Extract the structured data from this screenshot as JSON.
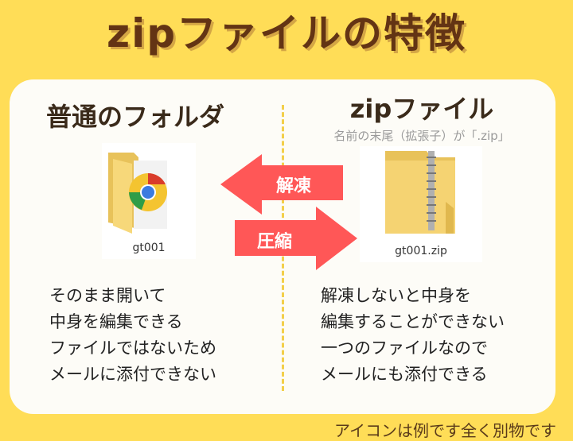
{
  "title": "zipファイルの特徴",
  "left": {
    "heading": "普通のフォルダ",
    "file_name": "gt001",
    "lines": [
      "そのまま開いて",
      "中身を編集できる",
      "ファイルではないため",
      "メールに添付できない"
    ]
  },
  "right": {
    "heading": "zipファイル",
    "subtitle": "名前の末尾（拡張子）が「.zip」",
    "file_name": "gt001.zip",
    "lines": [
      "解凍しないと中身を",
      "編集することができない",
      "一つのファイルなので",
      "メールにも添付できる"
    ]
  },
  "arrows": {
    "extract": "解凍",
    "compress": "圧縮"
  },
  "footer": "アイコンは例です全く別物です",
  "colors": {
    "background": "#FFDD57",
    "arrow": "#FF5757",
    "title": "#633414"
  }
}
